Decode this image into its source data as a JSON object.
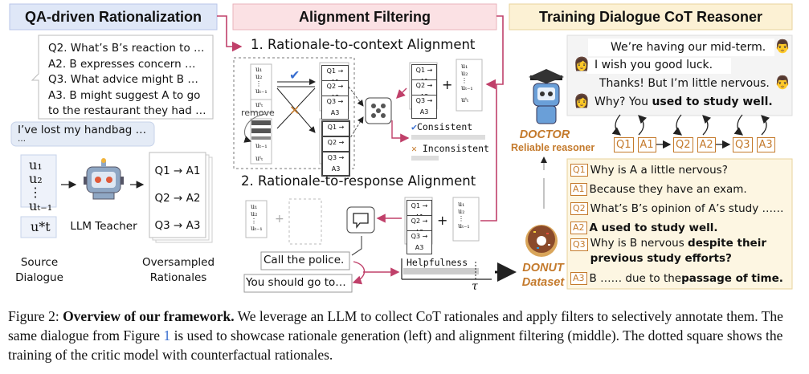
{
  "headers": {
    "qa": "QA-driven Rationalization",
    "align": "Alignment Filtering",
    "train": "Training Dialogue CoT Reasoner"
  },
  "qa_panel": {
    "questions": [
      "Q2. What’s B’s reaction to …",
      "A2. B expresses concern …",
      "Q3. What advice might B …",
      "A3. B might suggest A to go",
      "to the restaurant they had …"
    ],
    "dialogue_bubble": "I’ve lost my handbag …",
    "bubble_dots": "…",
    "u_stack": [
      "u₁",
      "u₂",
      "⋮",
      "uₜ₋₁"
    ],
    "u_star": "u*t",
    "llm_label": "LLM Teacher",
    "rationale_boxes": [
      "Q1 → A1",
      "Q2 → A2",
      "Q3 → A3"
    ],
    "source_label_1": "Source",
    "source_label_2": "Dialogue",
    "oversampled_label_1": "Oversampled",
    "oversampled_label_2": "Rationales"
  },
  "alignment": {
    "step1": "1. Rationale-to-context Alignment",
    "step2": "2. Rationale-to-response Alignment",
    "remove": "remove",
    "consistent": "Consistent",
    "inconsistent": "Inconsistent",
    "helpfulness": "Helpfulness",
    "tau": "τ",
    "response_1": "Call the police.",
    "response_2": "You should go to…",
    "small_u": [
      "u₁",
      "u₂",
      "⋮",
      "uₜ₋₁"
    ],
    "small_ut": "uᵗₜ",
    "small_qa": [
      "Q1 → A1",
      "Q2 → A2",
      "Q3 → A3"
    ]
  },
  "training": {
    "chat": [
      {
        "text": "We’re having our mid-term.",
        "side": "right"
      },
      {
        "text": "I wish you good luck.",
        "side": "left"
      },
      {
        "text": "Thanks! But I’m little nervous.",
        "side": "right"
      },
      {
        "text_plain": "Why? You ",
        "text_bold": "used to study well.",
        "side": "left"
      }
    ],
    "doctor_name": "DOCTOR",
    "doctor_sub": "Reliable reasoner",
    "donut_name": "DONUT",
    "donut_sub": "Dataset",
    "chain": [
      "Q1",
      "A1",
      "Q2",
      "A2",
      "Q3",
      "A3"
    ],
    "cot": [
      {
        "tag": "Q1",
        "plain": "Why is A a little nervous?",
        "bold": ""
      },
      {
        "tag": "A1",
        "plain": "Because they have an exam.",
        "bold": ""
      },
      {
        "tag": "Q2",
        "plain": "What’s B’s opinion of A’s study ……",
        "bold": ""
      },
      {
        "tag": "A2",
        "plain": "",
        "bold": "A used to study well."
      },
      {
        "tag": "Q3",
        "plain": "Why is B nervous ",
        "bold": "despite their",
        "line2": "previous study efforts?"
      },
      {
        "tag": "A3",
        "plain": "B …… due to the ",
        "bold": "passage of time."
      }
    ],
    "colors": {
      "accent": "#c47a2c",
      "pink": "#c0406a",
      "blue_hdr": "#dfe7f7",
      "pink_hdr": "#fbe1e4",
      "yellow_hdr": "#fcf1d4"
    }
  },
  "caption": {
    "prefix": "Figure 2: ",
    "bold": "Overview of our framework.",
    "text_1": " We leverage an LLM to collect CoT rationales and apply filters to selectively annotate them. The same dialogue from Figure ",
    "ref": "1",
    "text_2": " is used to showcase rationale generation (left) and alignment filtering (middle). The dotted square shows the training of the critic model with counterfactual rationales."
  }
}
